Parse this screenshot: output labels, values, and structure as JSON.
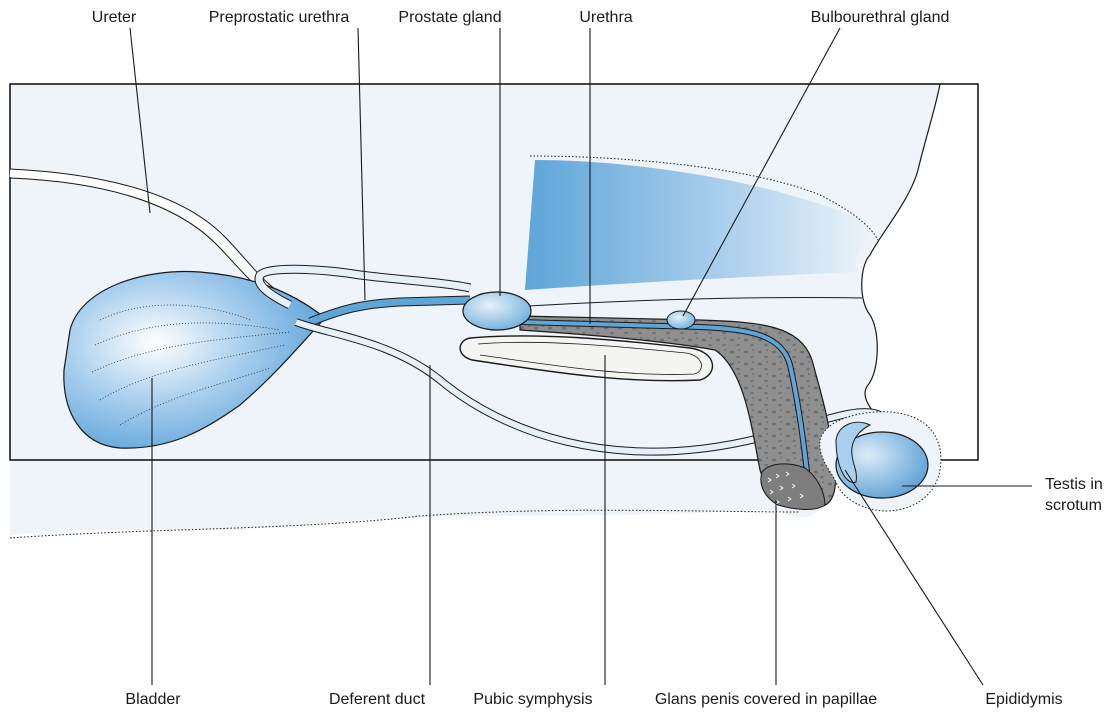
{
  "diagram": {
    "labels": {
      "ureter": "Ureter",
      "preprostatic_urethra": "Preprostatic urethra",
      "prostate_gland": "Prostate gland",
      "urethra": "Urethra",
      "bulbourethral_gland": "Bulbourethral gland",
      "testis_line1": "Testis in",
      "testis_line2": "scrotum",
      "bladder": "Bladder",
      "deferent_duct": "Deferent duct",
      "pubic_symphysis": "Pubic symphysis",
      "glans_penis": "Glans penis covered in papillae",
      "epididymis": "Epididymis"
    },
    "colors": {
      "frame": "#1a1a1a",
      "body_fill": "#eef4f9",
      "organ_blue": "#5ea5d8",
      "organ_light": "#d6e8f5",
      "tissue_gray": "#8c8c8c",
      "bone_fill": "#f4f4f2"
    }
  }
}
